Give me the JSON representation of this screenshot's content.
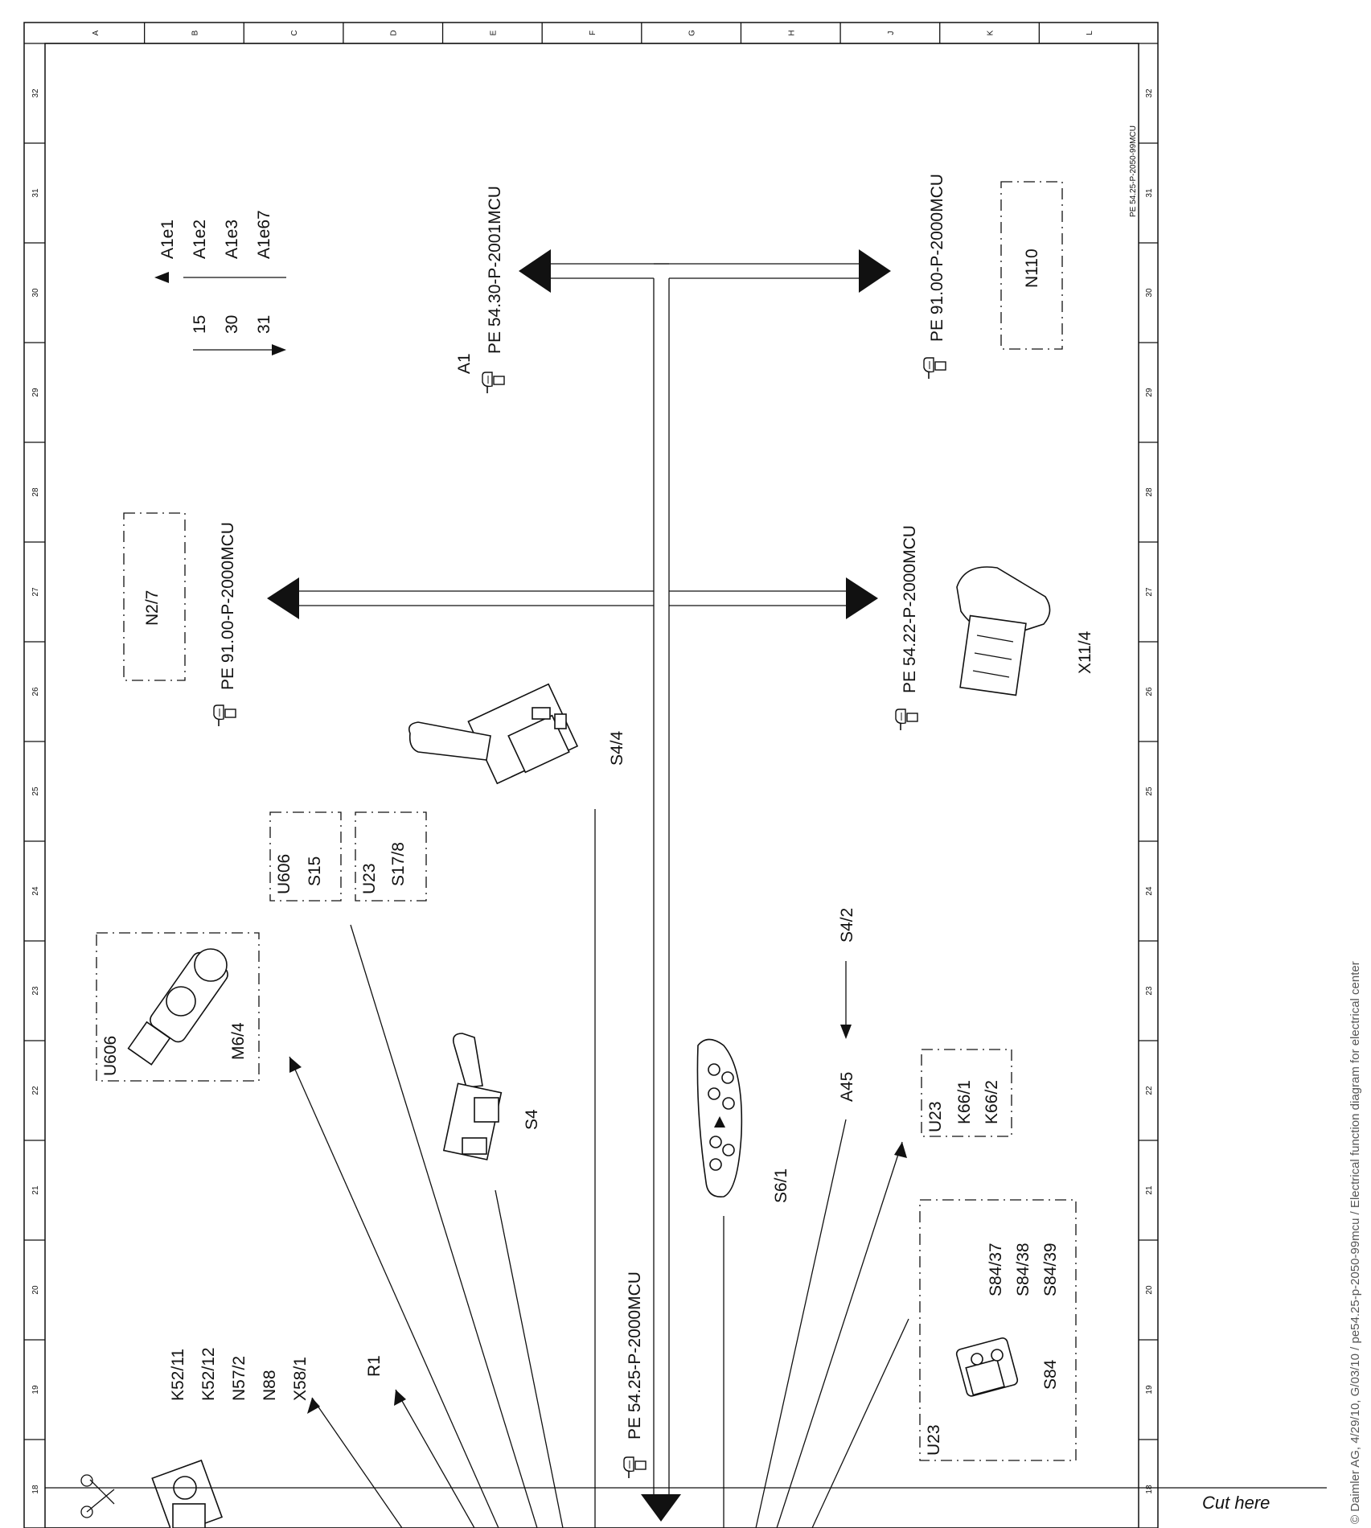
{
  "grid": {
    "columns": [
      "A",
      "B",
      "C",
      "D",
      "E",
      "F",
      "G",
      "H",
      "J",
      "K",
      "L"
    ],
    "rows": [
      "32",
      "31",
      "30",
      "29",
      "28",
      "27",
      "26",
      "25",
      "24",
      "23",
      "22",
      "21",
      "20",
      "19",
      "18"
    ]
  },
  "document_code": "PE 54.25-P-2050-99MCU",
  "legend": {
    "inputs": [
      "A1e1",
      "A1e2",
      "A1e3",
      "A1e67"
    ],
    "outputs": [
      "15",
      "30",
      "31"
    ]
  },
  "references": {
    "a1": "PE 54.30-P-2001MCU",
    "n110": "PE 91.00-P-2000MCU",
    "n27": "PE 91.00-P-2000MCU",
    "x114": "PE 54.22-P-2000MCU",
    "bottom": "PE 54.25-P-2000MCU"
  },
  "components": {
    "a1": "A1",
    "n110": "N110",
    "n27": "N2/7",
    "x114": "X11/4",
    "s44": "S4/4",
    "u606_1": "U606",
    "s15": "S15",
    "u23_1": "U23",
    "s178": "S17/8",
    "u606_2": "U606",
    "m64": "M6/4",
    "s4": "S4",
    "s42": "S4/2",
    "a45": "A45",
    "u23_2": "U23",
    "k661": "K66/1",
    "k662": "K66/2",
    "s61": "S6/1",
    "s8437": "S84/37",
    "s8438": "S84/38",
    "s8439": "S84/39",
    "s84": "S84",
    "u23_3": "U23",
    "k5211": "K52/11",
    "k5212": "K52/12",
    "n572": "N57/2",
    "n88": "N88",
    "x581": "X58/1",
    "r1": "R1"
  },
  "cut_here": "Cut here",
  "copyright": "© Daimler AG, 4/29/10, G/03/10 / pe54.25-p-2050-99mcu / Electrical function diagram for electrical center"
}
